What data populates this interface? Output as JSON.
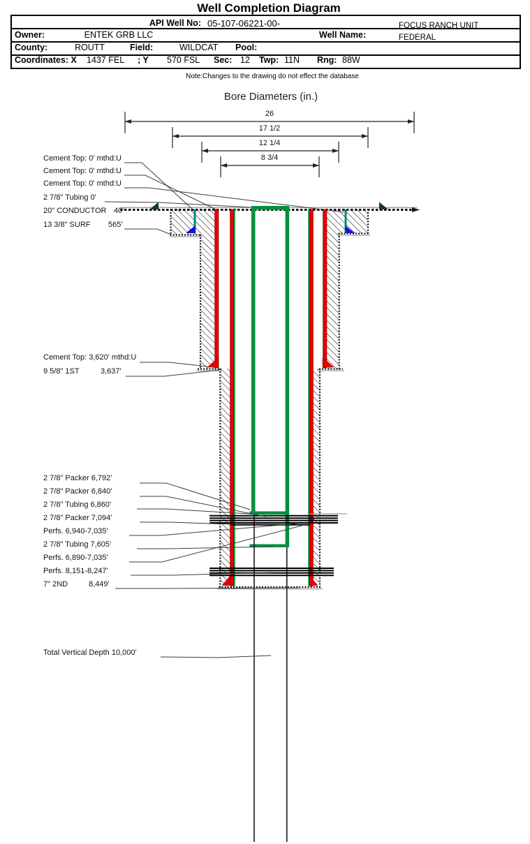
{
  "title": "Well Completion Diagram",
  "header": {
    "api_label": "API Well No:",
    "api_value": "05-107-06221-00-",
    "owner_label": "Owner:",
    "owner_value": "ENTEK GRB LLC",
    "well_name_label": "Well Name:",
    "well_name_line1": "FOCUS RANCH UNIT",
    "well_name_line2": "FEDERAL",
    "county_label": "County:",
    "county_value": "ROUTT",
    "field_label": "Field:",
    "field_value": "WILDCAT",
    "pool_label": "Pool:",
    "pool_value": "",
    "coordinates_label": "Coordinates: X",
    "coordinates_x_value": "1437 FEL",
    "y_label": "; Y",
    "coordinates_y_value": "570 FSL",
    "sec_label": "Sec:",
    "sec_value": "12",
    "twp_label": "Twp:",
    "twp_value": "11N",
    "rng_label": "Rng:",
    "rng_value": "88W",
    "note": "Note:Changes to the drawing do not effect the database"
  },
  "bore": {
    "title": "Bore Diameters (in.)",
    "dims": [
      "26",
      "17 1/2",
      "12 1/4",
      "8 3/4"
    ]
  },
  "annotations": {
    "cement_top_1": "Cement Top: 0' mthd:U",
    "cement_top_2": "Cement Top: 0' mthd:U",
    "cement_top_3": "Cement Top: 0' mthd:U",
    "tubing_0": "2 7/8\" Tubing 0'",
    "conductor": {
      "name": "20\" CONDUCTOR",
      "value": "40'"
    },
    "surf": {
      "name": "13 3/8\" SURF",
      "value": "565'"
    },
    "cement_top_3620": "Cement Top: 3,620' mthd:U",
    "first_casing": {
      "name": "9 5/8\" 1ST",
      "value": "3,637'"
    },
    "packer_6792": "2 7/8\" Packer 6,792'",
    "packer_6840": "2 7/8\" Packer 6,840'",
    "tubing_6860": "2 7/8\" Tubing 6,860'",
    "packer_7094": "2 7/8\" Packer 7,094'",
    "perfs_6940": "Perfs. 6,940-7,035'",
    "tubing_7605": "2 7/8\" Tubing 7,605'",
    "perfs_6890": "Perfs. 6,890-7,035'",
    "perfs_8151": "Perfs. 8,151-8,247'",
    "second_casing": {
      "name": "7\" 2ND",
      "value": "8,449'"
    },
    "tvd": "Total Vertical Depth 10,000'"
  },
  "colors": {
    "casing_red": "#e60000",
    "tubing_green": "#00913f",
    "cement_teal": "#008878",
    "cement_blue": "#1414d2",
    "conductor_green": "#123d1a"
  }
}
